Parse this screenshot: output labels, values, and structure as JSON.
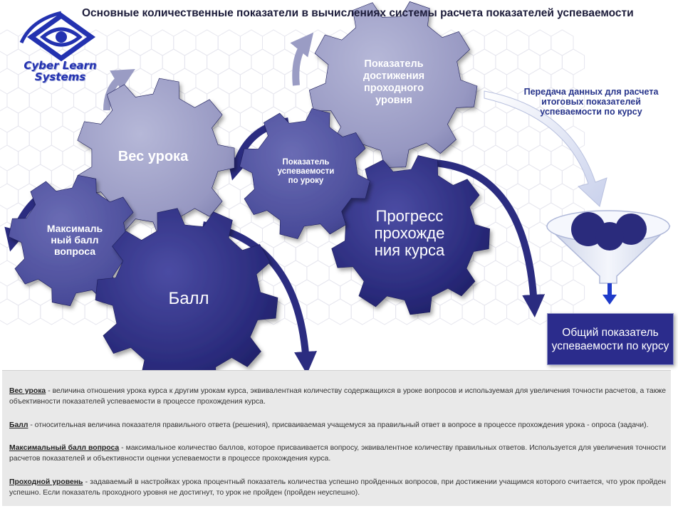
{
  "header": {
    "title": "Основные количественные показатели в вычислениях системы расчета показателей успеваемости"
  },
  "logo": {
    "line1": "Cyber Learn",
    "line2": "Systems",
    "icon": "eye-icon",
    "color": "#2332b0"
  },
  "gears": {
    "ves_uroka": "Вес урока",
    "dostizhenie": "Показатель\nдостижения\nпроходного\nуровня",
    "uspevaemost_uroka": "Показатель\nуспеваемости\nпо уроку",
    "progress": "Прогресс\nпрохожде\nния курса",
    "max_ball": "Максималь\nный балл\nвопроса",
    "ball": "Балл"
  },
  "transfer_note": "Передача данных для расчета итоговых показателей успеваемости по курсу",
  "result": "Общий показатель успеваемости по курсу",
  "definitions": [
    {
      "term": "Вес урока",
      "text": " - величина отношения урока курса к другим урокам курса, эквивалентная количеству содержащихся в уроке вопросов и используемая для увеличения точности расчетов, а также объективности показателей успеваемости в процессе прохождения курса."
    },
    {
      "term": "Балл",
      "text": " - относительная величина показателя правильного ответа (решения), присваиваемая учащемуся за правильный ответ в вопросе  в процессе прохождения  урока - опроса (задачи)."
    },
    {
      "term": "Максимальный балл вопроса",
      "text": " - максимальное количество баллов, которое присваивается вопросу, эквивалентное количеству правильных ответов. Используется для увеличения точности расчетов показателей и объективности оценки успеваемости в процессе прохождения курса."
    },
    {
      "term": "Проходной уровень",
      "text": " - задаваемый в настройках урока  процентный показатель количества успешно пройденных вопросов, при достижении учащимся которого считается, что урок пройден успешно. Если показатель проходного уровня не достигнут, то урок не пройден (пройден неуспешно)."
    }
  ],
  "colors": {
    "dark_gear": "#2a2b7c",
    "light_gear": "#9a9cc4",
    "arrow": "#2b2c80",
    "funnel": "#dde3f2"
  }
}
